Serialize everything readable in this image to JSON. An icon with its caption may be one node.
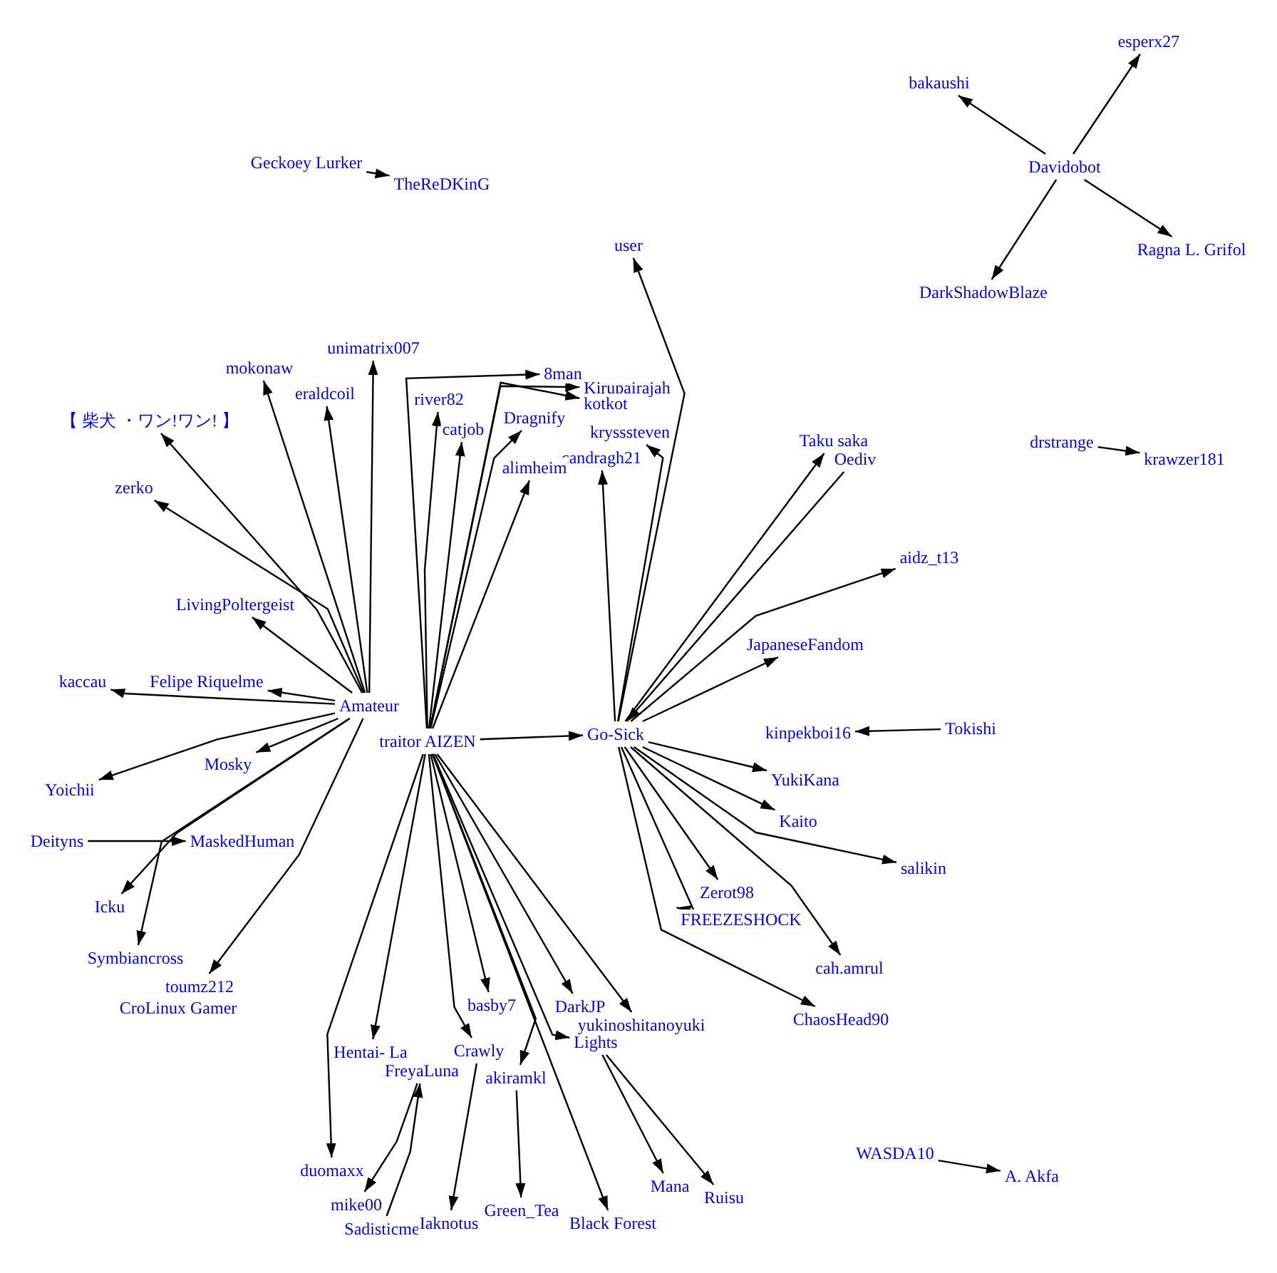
{
  "diagram": {
    "nodes": [
      {
        "text": [
          "Geckoey Lurker"
        ]
      },
      {
        "text": [
          "TheReDKinG"
        ]
      },
      {
        "text": [
          "user"
        ]
      },
      {
        "text": [
          "Davidobot"
        ]
      },
      {
        "text": [
          "bakaushi"
        ]
      },
      {
        "text": [
          "esperx27"
        ]
      },
      {
        "text": [
          "Ragna L. Grifol"
        ]
      },
      {
        "text": [
          "DarkShadowBlaze"
        ]
      },
      {
        "text": [
          "drstrange"
        ]
      },
      {
        "text": [
          "krawzer181"
        ]
      },
      {
        "text": [
          "unimatrix007"
        ]
      },
      {
        "text": [
          "mokonaw"
        ]
      },
      {
        "text": [
          "eraldcoil"
        ]
      },
      {
        "text": [
          "【 柴犬 ・ワン!ワン! 】"
        ]
      },
      {
        "text": [
          "zerko"
        ]
      },
      {
        "text": [
          "river82"
        ]
      },
      {
        "text": [
          "8man"
        ]
      },
      {
        "text": [
          "Kirupairajah"
        ]
      },
      {
        "text": [
          "kotkot"
        ]
      },
      {
        "text": [
          "catjob"
        ]
      },
      {
        "text": [
          "Dragnify"
        ]
      },
      {
        "text": [
          "krysssteven"
        ]
      },
      {
        "text": [
          "candragh21"
        ]
      },
      {
        "text": [
          "alimheim"
        ]
      },
      {
        "text": [
          "Taku saka"
        ]
      },
      {
        "text": [
          "Oediv"
        ]
      },
      {
        "text": [
          "aidz_t13"
        ]
      },
      {
        "text": [
          "Amateur"
        ]
      },
      {
        "text": [
          "traitor AIZEN"
        ]
      },
      {
        "text": [
          "Go-Sick"
        ]
      },
      {
        "text": [
          "kaccau"
        ]
      },
      {
        "text": [
          "Yoichii"
        ]
      },
      {
        "text": [
          "Deityns"
        ]
      },
      {
        "text": [
          "MaskedHuman"
        ]
      },
      {
        "text": [
          "Icku"
        ]
      },
      {
        "text": [
          "Symbiancross"
        ]
      },
      {
        "text": [
          "toumz212"
        ]
      },
      {
        "text": [
          "CroLinux Gamer"
        ]
      },
      {
        "text": [
          "Tokishi"
        ]
      },
      {
        "text": [
          "kinpekboi16"
        ]
      },
      {
        "text": [
          "salikin"
        ]
      },
      {
        "text": [
          "cah.amrul"
        ]
      },
      {
        "text": [
          "ChaosHead90"
        ]
      },
      {
        "text": [
          "WASDA10"
        ]
      },
      {
        "text": [
          "A. Akfa"
        ]
      },
      {
        "text": [
          "Hentai- La"
        ]
      },
      {
        "text": [
          "FreyaLuna"
        ]
      },
      {
        "text": [
          "Crawly"
        ]
      },
      {
        "text": [
          "akiramkl"
        ]
      },
      {
        "text": [
          "Lights"
        ]
      },
      {
        "text": [
          "duomaxx"
        ]
      },
      {
        "text": [
          "mike00"
        ]
      },
      {
        "text": [
          "Sadisticme"
        ]
      },
      {
        "text": [
          "Iaknotus"
        ]
      },
      {
        "text": [
          "Green_Tea"
        ]
      },
      {
        "text": [
          "Black Forest"
        ]
      },
      {
        "text": [
          "Mana"
        ]
      },
      {
        "text": [
          "Ruisu"
        ]
      },
      {
        "text": [
          "JapaneseFandom"
        ]
      },
      {
        "text": [
          "YukiKana"
        ]
      },
      {
        "text": [
          "Kaito"
        ]
      },
      {
        "text": [
          "Zerot98"
        ]
      },
      {
        "text": [
          "FREEZESHOCK"
        ]
      },
      {
        "text": [
          "DarkJP"
        ]
      },
      {
        "text": [
          "yukinoshitanoyuki"
        ]
      },
      {
        "text": [
          "Felipe Riquelme"
        ]
      },
      {
        "text": [
          "LivingPoltergeist"
        ]
      },
      {
        "text": [
          "Mosky"
        ]
      },
      {
        "text": [
          "basby7"
        ]
      }
    ],
    "edges": [
      {
        "from": 0,
        "to": 1,
        "arrow": "to"
      },
      {
        "from": 29,
        "to": 2,
        "arrow": "to"
      },
      {
        "from": 3,
        "to": 4,
        "arrow": "to"
      },
      {
        "from": 3,
        "to": 5,
        "arrow": "to"
      },
      {
        "from": 3,
        "to": 6,
        "arrow": "to"
      },
      {
        "from": 3,
        "to": 7,
        "arrow": "to"
      },
      {
        "from": 8,
        "to": 9,
        "arrow": "to"
      },
      {
        "from": 27,
        "to": 10,
        "arrow": "to"
      },
      {
        "from": 27,
        "to": 11,
        "arrow": "to"
      },
      {
        "from": 27,
        "to": 12,
        "arrow": "to"
      },
      {
        "from": 27,
        "to": 13,
        "arrow": "to"
      },
      {
        "from": 27,
        "to": 14,
        "arrow": "to"
      },
      {
        "from": 28,
        "to": 15,
        "arrow": "to"
      },
      {
        "from": 28,
        "to": 16,
        "arrow": "to"
      },
      {
        "from": 28,
        "to": 17,
        "arrow": "to"
      },
      {
        "from": 28,
        "to": 18,
        "arrow": "to"
      },
      {
        "from": 28,
        "to": 19,
        "arrow": "to"
      },
      {
        "from": 28,
        "to": 20,
        "arrow": "to"
      },
      {
        "from": 29,
        "to": 21,
        "arrow": "to"
      },
      {
        "from": 29,
        "to": 22,
        "arrow": "to"
      },
      {
        "from": 28,
        "to": 23,
        "arrow": "to"
      },
      {
        "from": 29,
        "to": 24,
        "arrow": "to"
      },
      {
        "from": 25,
        "to": 29,
        "arrow": "to"
      },
      {
        "from": 29,
        "to": 26,
        "arrow": "to"
      },
      {
        "from": 27,
        "to": 30,
        "arrow": "to"
      },
      {
        "from": 27,
        "to": 31,
        "arrow": "to"
      },
      {
        "from": 32,
        "to": 33,
        "arrow": "to"
      },
      {
        "from": 27,
        "to": 34,
        "arrow": "to"
      },
      {
        "from": 27,
        "to": 35,
        "arrow": "to"
      },
      {
        "from": 27,
        "to": 36,
        "arrow": "to"
      },
      {
        "from": 38,
        "to": 39,
        "arrow": "to"
      },
      {
        "from": 29,
        "to": 40,
        "arrow": "to"
      },
      {
        "from": 29,
        "to": 41,
        "arrow": "to"
      },
      {
        "from": 29,
        "to": 42,
        "arrow": "to"
      },
      {
        "from": 43,
        "to": 44,
        "arrow": "to"
      },
      {
        "from": 28,
        "to": 45,
        "arrow": "to"
      },
      {
        "from": 28,
        "to": 50,
        "arrow": "to"
      },
      {
        "from": 46,
        "to": 51,
        "arrow": "to"
      },
      {
        "from": 52,
        "to": 46,
        "arrow": "to"
      },
      {
        "from": 47,
        "to": 53,
        "arrow": "to"
      },
      {
        "from": 48,
        "to": 54,
        "arrow": "to"
      },
      {
        "from": 28,
        "to": 55,
        "arrow": "to"
      },
      {
        "from": 49,
        "to": 56,
        "arrow": "to"
      },
      {
        "from": 49,
        "to": 57,
        "arrow": "to"
      },
      {
        "from": 29,
        "to": 58,
        "arrow": "to"
      },
      {
        "from": 29,
        "to": 59,
        "arrow": "to"
      },
      {
        "from": 29,
        "to": 60,
        "arrow": "to"
      },
      {
        "from": 29,
        "to": 61,
        "arrow": "to"
      },
      {
        "from": 29,
        "to": 62,
        "arrow": "to"
      },
      {
        "from": 28,
        "to": 63,
        "arrow": "to"
      },
      {
        "from": 28,
        "to": 64,
        "arrow": "to"
      },
      {
        "from": 27,
        "to": 65,
        "arrow": "to"
      },
      {
        "from": 27,
        "to": 66,
        "arrow": "to"
      },
      {
        "from": 27,
        "to": 67,
        "arrow": "to"
      },
      {
        "from": 28,
        "to": 68,
        "arrow": "to"
      },
      {
        "from": 28,
        "to": 49,
        "arrow": "to"
      },
      {
        "from": 28,
        "to": 47,
        "arrow": "to"
      },
      {
        "from": 28,
        "to": 48,
        "arrow": "to"
      },
      {
        "from": 28,
        "to": 29,
        "arrow": "to"
      }
    ]
  }
}
